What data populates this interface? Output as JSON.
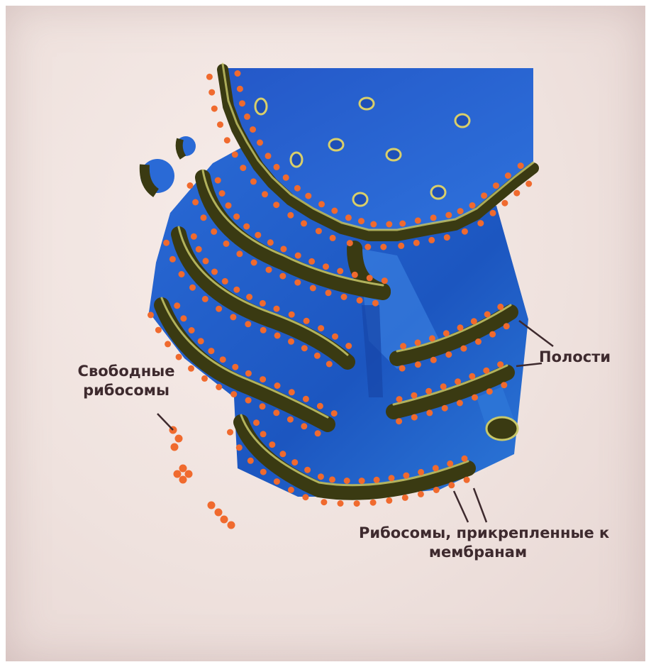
{
  "labels": {
    "free_ribosomes_line1": "Свободные",
    "free_ribosomes_line2": "рибосомы",
    "cavities": "Полости",
    "attached_line1": "Рибосомы, прикрепленные к",
    "attached_line2": "мембранам"
  },
  "colors": {
    "paper": "#efe2de",
    "cytoplasm_blue": "#1f5fc4",
    "cytoplasm_light": "#3f88e8",
    "membrane_dark": "#3a3a12",
    "membrane_edge": "#c8c86a",
    "ribosome": "#f06a2e",
    "label_text": "#3e2a2e"
  },
  "icons": {
    "membrane": "er-membrane-icon",
    "ribosome": "ribosome-dot-icon",
    "nucleus": "nucleus-icon"
  }
}
